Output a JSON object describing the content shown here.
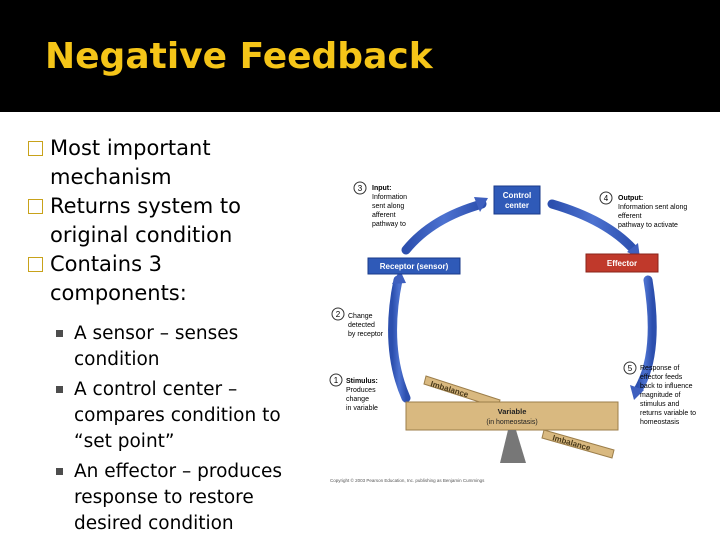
{
  "title": "Negative Feedback",
  "bullets": [
    {
      "label": "Most important mechanism",
      "line1": "Most important",
      "line2": "mechanism"
    },
    {
      "label": "Returns system to original condition",
      "line1": "Returns system to",
      "line2": "original condition"
    },
    {
      "label": "Contains 3 components:",
      "line1": "Contains 3",
      "line2": "components:"
    }
  ],
  "sub_bullets": [
    {
      "lines": [
        "A sensor – senses",
        "condition"
      ]
    },
    {
      "lines": [
        "A control center –",
        "compares condition to",
        "“set point”"
      ]
    },
    {
      "lines": [
        "An effector – produces",
        "response to restore",
        "desired condition"
      ]
    }
  ],
  "diagram": {
    "control_center": [
      "Control",
      "center"
    ],
    "receptor": "Receptor (sensor)",
    "effector": "Effector",
    "step3": {
      "num": "3",
      "lines": [
        "Input:",
        "Information",
        "sent along",
        "afferent",
        "pathway to"
      ]
    },
    "step4": {
      "num": "4",
      "lines": [
        "Output:",
        "Information sent along",
        "efferent",
        "pathway to activate"
      ]
    },
    "step2": {
      "num": "2",
      "lines": [
        "Change",
        "detected",
        "by receptor"
      ]
    },
    "step1": {
      "num": "1",
      "lines": [
        "Stimulus:",
        "Produces",
        "change",
        "in variable"
      ]
    },
    "step5": {
      "num": "5",
      "lines": [
        "Response of",
        "effector feeds",
        "back to influence",
        "magnitude of",
        "stimulus and",
        "returns variable to",
        "homeostasis"
      ]
    },
    "variable": [
      "Variable",
      "(in homeostasis)"
    ],
    "imbalance_left": "Imbalance",
    "imbalance_right": "Imbalance",
    "copyright": "Copyright © 2003 Pearson Education, Inc. publishing as Benjamin Cummings"
  },
  "colors": {
    "title": "#f5c518",
    "title_bg": "#000000",
    "arrow": "#3e5fbe",
    "box_blue": "#2f5ab8",
    "box_red": "#c0392b",
    "plank": "#d9b980",
    "fulcrum": "#777777"
  }
}
